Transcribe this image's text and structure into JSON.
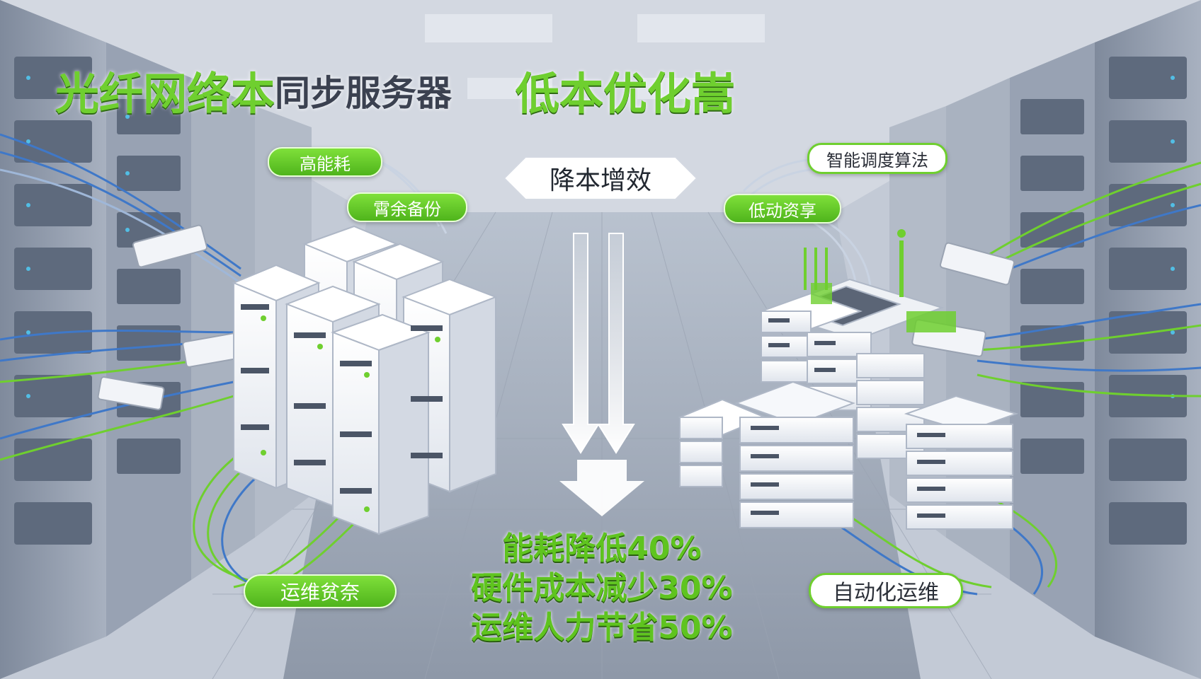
{
  "title": {
    "part1": "光纤网络本",
    "part2": "同步服务器",
    "part3": "低本优化嵩"
  },
  "left_labels": {
    "high_energy": "高能耗",
    "redundant_backup": "霄余备份",
    "ops_complex": "运维贫奈"
  },
  "right_labels": {
    "smart_scheduling": "智能调度算法",
    "low_resource": "低动资享",
    "auto_ops": "自动化运维"
  },
  "center": {
    "banner": "降本增效",
    "stats": [
      "能耗降低40%",
      "硬件成本减少30%",
      "运维人力节省50%"
    ]
  },
  "colors": {
    "accent_green": "#6fcf2f",
    "cable_blue": "#3f78c8",
    "server_white": "#f4f6f9"
  }
}
